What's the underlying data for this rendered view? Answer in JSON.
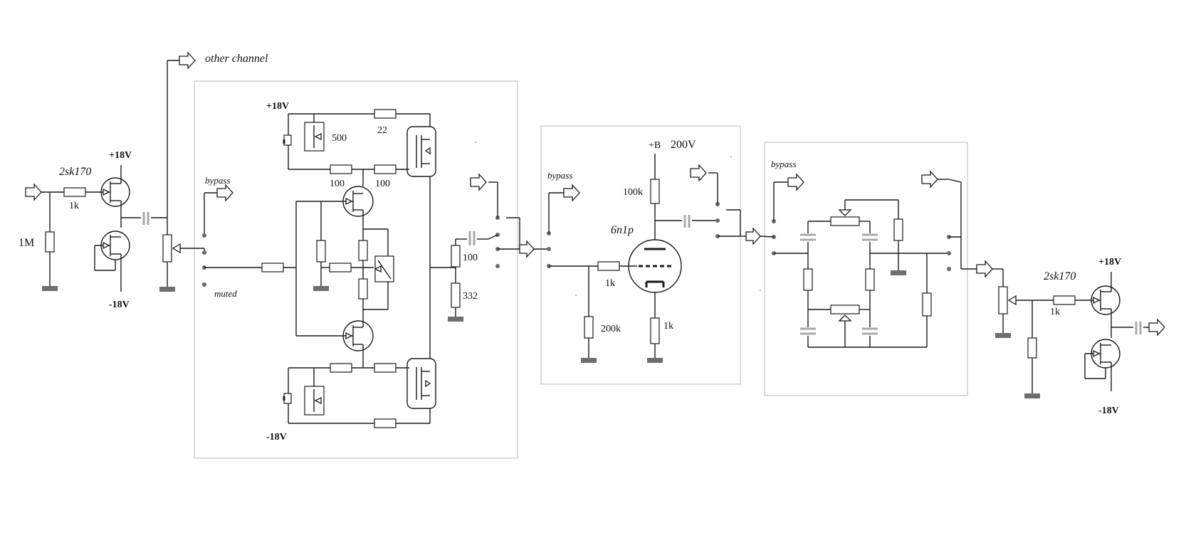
{
  "labels": {
    "other_channel": "other channel",
    "jfet_in": "2sk170",
    "jfet_out": "2sk170",
    "v_pos_in": "+18V",
    "v_neg_in": "-18V",
    "r_in_series": "1k",
    "r_in_shunt": "1M",
    "bypass_1": "bypass",
    "muted": "muted",
    "v_pos_amp": "+18V",
    "v_neg_amp": "-18V",
    "r_500": "500",
    "r_22": "22",
    "r_100a": "100",
    "r_100b": "100",
    "r_100c": "100",
    "r_332": "332",
    "bypass_2": "bypass",
    "b_plus": "+B",
    "b_voltage": "200V",
    "r_100k": "100k",
    "tube": "6n1p",
    "r_1k_grid": "1k",
    "r_200k": "200k",
    "r_1k_cath": "1k",
    "bypass_3": "bypass",
    "r_out_series": "1k",
    "v_pos_out": "+18V",
    "v_neg_out": "-18V"
  },
  "colors": {
    "wire": "#1a1a1a",
    "block_outline": "#b8b8b8",
    "ground": "#6e6e6e",
    "film_capacitor": "#a9a9a9",
    "switch_contact": "#6a6a6a"
  }
}
